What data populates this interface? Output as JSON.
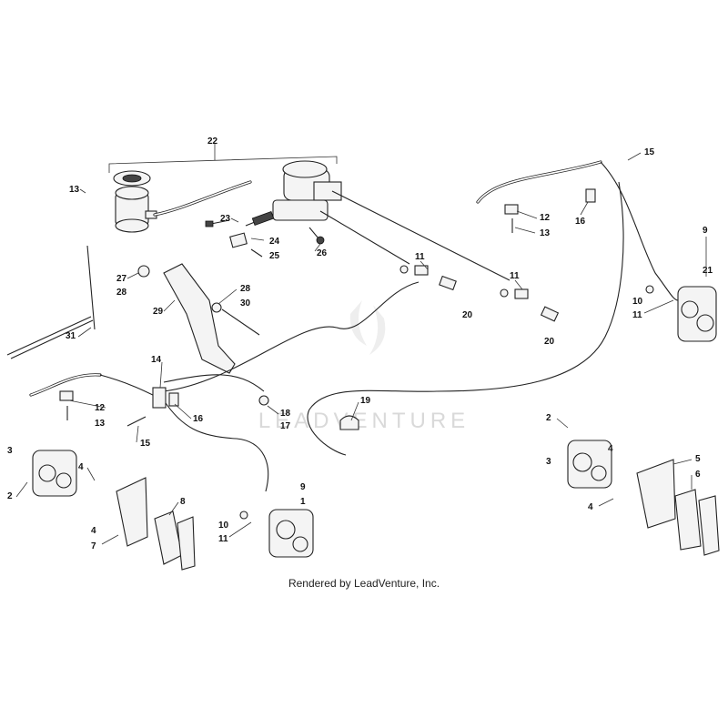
{
  "footer_text": "Rendered by LeadVenture, Inc.",
  "watermark": "LEADVENTURE",
  "callouts": [
    "22",
    "13",
    "23",
    "24",
    "25",
    "26",
    "11",
    "20",
    "11",
    "20",
    "15",
    "12",
    "13",
    "16",
    "9",
    "21",
    "10",
    "11",
    "27",
    "28",
    "29",
    "28",
    "30",
    "31",
    "14",
    "12",
    "13",
    "16",
    "15",
    "18",
    "17",
    "19",
    "3",
    "2",
    "4",
    "4",
    "7",
    "8",
    "9",
    "1",
    "10",
    "11",
    "2",
    "3",
    "4",
    "5",
    "4",
    "6"
  ],
  "colors": {
    "ink": "#222222",
    "watermark": "#d9d9d9"
  }
}
